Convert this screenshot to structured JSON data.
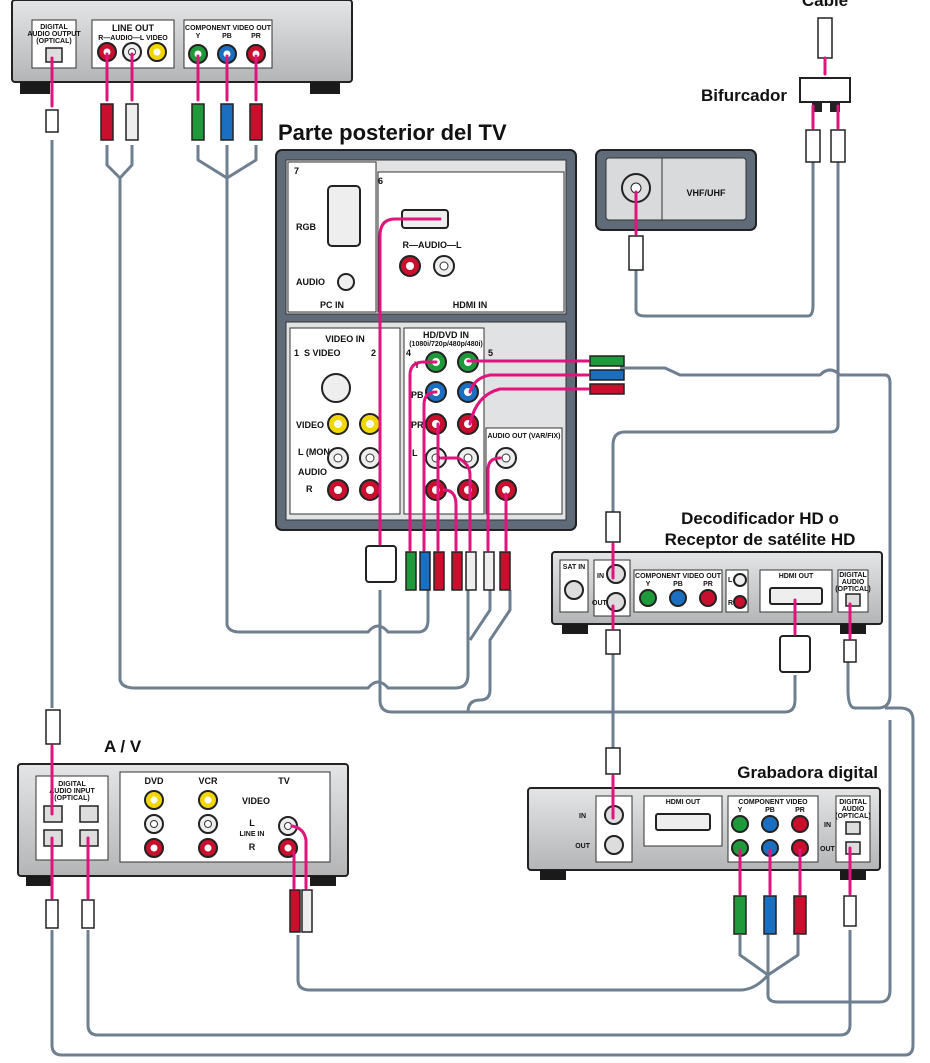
{
  "labels": {
    "cable": "Cable",
    "splitter": "Bifurcador",
    "tv_rear": "Parte posterior del TV",
    "hd_receiver_line1": "Decodificador HD o",
    "hd_receiver_line2": "Receptor de satélite HD",
    "av": "A / V",
    "recorder": "Grabadora digital"
  },
  "source_device": {
    "digital_audio_output": [
      "DIGITAL",
      "AUDIO OUTPUT",
      "(OPTICAL)"
    ],
    "line_out": "LINE OUT",
    "line_out_sub": "R—AUDIO—L  VIDEO",
    "component_video_out": "COMPONENT VIDEO OUT",
    "component_sub": [
      "Y",
      "PB",
      "PR"
    ]
  },
  "antenna_panel": {
    "vhf_uhf": "VHF/UHF"
  },
  "tv_panel": {
    "num7": "7",
    "num6": "6",
    "num1": "1",
    "num2": "2",
    "num4": "4",
    "num5": "5",
    "rgb": "RGB",
    "audio": "AUDIO",
    "pc_in": "PC IN",
    "hdmi_audio": "R—AUDIO—L",
    "hdmi_in": "HDMI IN",
    "video_in": "VIDEO IN",
    "s_video": "S VIDEO",
    "video": "VIDEO",
    "l_mono": "L (MONO)",
    "audio_lr": "AUDIO",
    "r": "R",
    "hd_dvd_in": "HD/DVD IN",
    "hd_dvd_sub": "(1080i/720p/480p/480i)",
    "y": "Y",
    "pb": "PB",
    "pr": "PR",
    "l": "L",
    "audio_out": "AUDIO OUT (VAR/FIX)"
  },
  "hd_receiver_panel": {
    "sat_in": "SAT IN",
    "in": "IN",
    "out": "OUT",
    "component_video_out": "COMPONENT VIDEO OUT",
    "component_sub": [
      "Y",
      "PB",
      "PR"
    ],
    "l": "L",
    "r": "R",
    "hdmi_out": "HDMI OUT",
    "digital_audio": [
      "DIGITAL",
      "AUDIO",
      "(OPTICAL)"
    ]
  },
  "av_panel": {
    "digital": [
      "DIGITAL",
      "AUDIO INPUT",
      "(OPTICAL)"
    ],
    "dvd": "DVD",
    "vcr": "VCR",
    "tv": "TV",
    "video": "VIDEO",
    "l": "L",
    "line_in": "LINE IN",
    "r": "R"
  },
  "recorder_panel": {
    "in": "IN",
    "out": "OUT",
    "hdmi_out": "HDMI OUT",
    "component_video": "COMPONENT VIDEO",
    "component_sub": [
      "Y",
      "PB",
      "PR"
    ],
    "in_arrow": "IN",
    "out_arrow": "OUT",
    "digital_audio": [
      "DIGITAL",
      "AUDIO",
      "(OPTICAL)"
    ]
  },
  "colors": {
    "cable": "#6e7f8f",
    "arrow": "#e0147c",
    "panel": "#c9cbcc",
    "tv_body": "#5f6b78",
    "jack_red": "#c8102e",
    "jack_green": "#1f9a3a",
    "jack_blue": "#1a6fc0",
    "jack_yellow": "#f2d600"
  }
}
